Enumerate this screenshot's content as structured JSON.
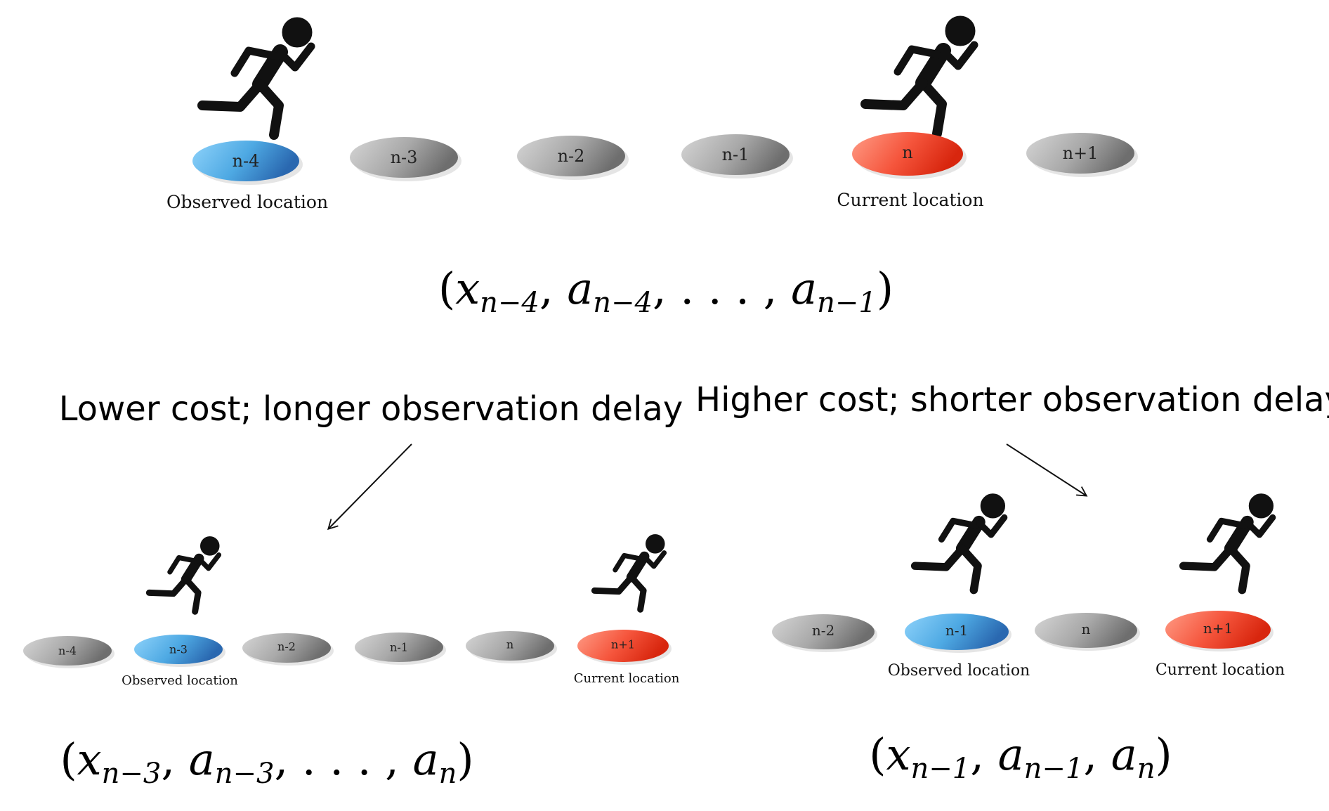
{
  "panels": {
    "top": {
      "ovals": [
        {
          "label": "n-4",
          "kind": "observed"
        },
        {
          "label": "n-3",
          "kind": "plain"
        },
        {
          "label": "n-2",
          "kind": "plain"
        },
        {
          "label": "n-1",
          "kind": "plain"
        },
        {
          "label": "n",
          "kind": "current"
        },
        {
          "label": "n+1",
          "kind": "plain"
        }
      ],
      "observed_caption": "Observed location",
      "current_caption": "Current location",
      "tuple": {
        "open": "(",
        "x": "x",
        "x_sub": "n−4",
        "a1": "a",
        "a1_sub": "n−4",
        "dots": ", . . . , ",
        "a2": "a",
        "a2_sub": "n−1",
        "close": ")"
      }
    },
    "bottom_left": {
      "heading": "Lower cost; longer observation delay",
      "ovals": [
        {
          "label": "n-4",
          "kind": "plain"
        },
        {
          "label": "n-3",
          "kind": "observed"
        },
        {
          "label": "n-2",
          "kind": "plain"
        },
        {
          "label": "n-1",
          "kind": "plain"
        },
        {
          "label": "n",
          "kind": "plain"
        },
        {
          "label": "n+1",
          "kind": "current"
        }
      ],
      "observed_caption": "Observed location",
      "current_caption": "Current location",
      "tuple": {
        "open": "(",
        "x": "x",
        "x_sub": "n−3",
        "a1": "a",
        "a1_sub": "n−3",
        "dots": ", . . . , ",
        "a2": "a",
        "a2_sub": "n",
        "close": ")"
      }
    },
    "bottom_right": {
      "heading": "Higher cost; shorter observation delay",
      "ovals": [
        {
          "label": "n-2",
          "kind": "plain"
        },
        {
          "label": "n-1",
          "kind": "observed"
        },
        {
          "label": "n",
          "kind": "plain"
        },
        {
          "label": "n+1",
          "kind": "current"
        }
      ],
      "observed_caption": "Observed location",
      "current_caption": "Current location",
      "tuple": {
        "open": "(",
        "x": "x",
        "x_sub": "n−1",
        "a1": "a",
        "a1_sub": "n−1",
        "sep": ", ",
        "a2": "a",
        "a2_sub": "n",
        "close": ")"
      }
    }
  },
  "colors": {
    "observed": "#4aa8e0",
    "current": "#f0452b",
    "plain": "#9a9a9a",
    "runner": "#111111"
  }
}
